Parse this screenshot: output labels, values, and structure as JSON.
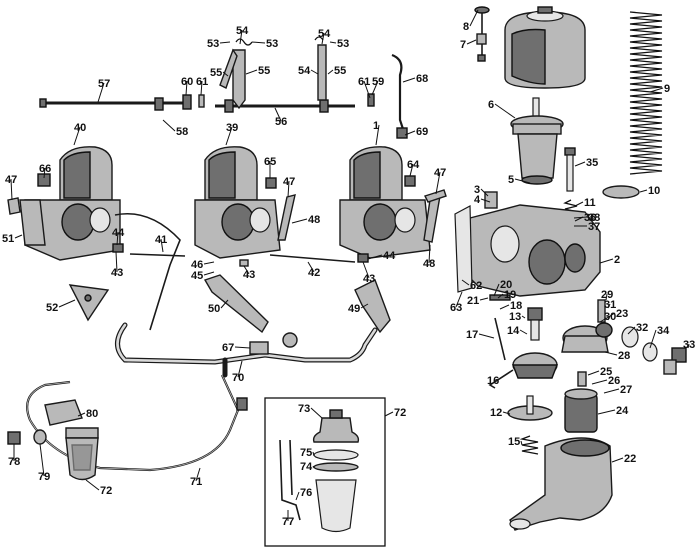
{
  "diagram": {
    "labels": [
      {
        "id": "c8",
        "text": "8"
      },
      {
        "id": "c7",
        "text": "7"
      },
      {
        "id": "c6",
        "text": "6"
      },
      {
        "id": "c9",
        "text": "9"
      },
      {
        "id": "c5",
        "text": "5"
      },
      {
        "id": "c35",
        "text": "35"
      },
      {
        "id": "c3",
        "text": "3"
      },
      {
        "id": "c4",
        "text": "4"
      },
      {
        "id": "c11",
        "text": "11"
      },
      {
        "id": "c36",
        "text": "36"
      },
      {
        "id": "c10",
        "text": "10"
      },
      {
        "id": "c38",
        "text": "38"
      },
      {
        "id": "c37",
        "text": "37"
      },
      {
        "id": "c2",
        "text": "2"
      },
      {
        "id": "c29",
        "text": "29"
      },
      {
        "id": "c62",
        "text": "62"
      },
      {
        "id": "c20",
        "text": "20"
      },
      {
        "id": "c19",
        "text": "19"
      },
      {
        "id": "c21",
        "text": "21"
      },
      {
        "id": "c18",
        "text": "18"
      },
      {
        "id": "c63",
        "text": "63"
      },
      {
        "id": "c31",
        "text": "31"
      },
      {
        "id": "c30",
        "text": "30"
      },
      {
        "id": "c23",
        "text": "23"
      },
      {
        "id": "c13",
        "text": "13"
      },
      {
        "id": "c32",
        "text": "32"
      },
      {
        "id": "c34",
        "text": "34"
      },
      {
        "id": "c14",
        "text": "14"
      },
      {
        "id": "c17",
        "text": "17"
      },
      {
        "id": "c28",
        "text": "28"
      },
      {
        "id": "c33",
        "text": "33"
      },
      {
        "id": "c25",
        "text": "25"
      },
      {
        "id": "c26",
        "text": "26"
      },
      {
        "id": "c27",
        "text": "27"
      },
      {
        "id": "c16",
        "text": "16"
      },
      {
        "id": "c12",
        "text": "12"
      },
      {
        "id": "c24",
        "text": "24"
      },
      {
        "id": "c15",
        "text": "15"
      },
      {
        "id": "c22",
        "text": "22"
      },
      {
        "id": "c53a",
        "text": "53"
      },
      {
        "id": "c54a",
        "text": "54"
      },
      {
        "id": "c53b",
        "text": "53"
      },
      {
        "id": "c54b",
        "text": "54"
      },
      {
        "id": "c53c",
        "text": "53"
      },
      {
        "id": "c55a",
        "text": "55"
      },
      {
        "id": "c55b",
        "text": "55"
      },
      {
        "id": "c54c",
        "text": "54"
      },
      {
        "id": "c55c",
        "text": "55"
      },
      {
        "id": "c57",
        "text": "57"
      },
      {
        "id": "c60",
        "text": "60"
      },
      {
        "id": "c61a",
        "text": "61"
      },
      {
        "id": "c61b",
        "text": "61"
      },
      {
        "id": "c59",
        "text": "59"
      },
      {
        "id": "c68",
        "text": "68"
      },
      {
        "id": "c58",
        "text": "58"
      },
      {
        "id": "c56",
        "text": "56"
      },
      {
        "id": "c69",
        "text": "69"
      },
      {
        "id": "c40",
        "text": "40"
      },
      {
        "id": "c39",
        "text": "39"
      },
      {
        "id": "c1",
        "text": "1"
      },
      {
        "id": "c65",
        "text": "65"
      },
      {
        "id": "c64",
        "text": "64"
      },
      {
        "id": "c66",
        "text": "66"
      },
      {
        "id": "c47a",
        "text": "47"
      },
      {
        "id": "c47b",
        "text": "47"
      },
      {
        "id": "c47c",
        "text": "47"
      },
      {
        "id": "c48a",
        "text": "48"
      },
      {
        "id": "c48b",
        "text": "48"
      },
      {
        "id": "c51",
        "text": "51"
      },
      {
        "id": "c44a",
        "text": "44"
      },
      {
        "id": "c41",
        "text": "41"
      },
      {
        "id": "c44b",
        "text": "44"
      },
      {
        "id": "c43a",
        "text": "43"
      },
      {
        "id": "c46",
        "text": "46"
      },
      {
        "id": "c45",
        "text": "45"
      },
      {
        "id": "c43b",
        "text": "43"
      },
      {
        "id": "c42",
        "text": "42"
      },
      {
        "id": "c43c",
        "text": "43"
      },
      {
        "id": "c52",
        "text": "52"
      },
      {
        "id": "c50",
        "text": "50"
      },
      {
        "id": "c49",
        "text": "49"
      },
      {
        "id": "c67",
        "text": "67"
      },
      {
        "id": "c70",
        "text": "70"
      },
      {
        "id": "c80",
        "text": "80"
      },
      {
        "id": "c73",
        "text": "73"
      },
      {
        "id": "c72a",
        "text": "72"
      },
      {
        "id": "c75",
        "text": "75"
      },
      {
        "id": "c74",
        "text": "74"
      },
      {
        "id": "c78",
        "text": "78"
      },
      {
        "id": "c79",
        "text": "79"
      },
      {
        "id": "c71",
        "text": "71"
      },
      {
        "id": "c76",
        "text": "76"
      },
      {
        "id": "c72b",
        "text": "72"
      },
      {
        "id": "c77",
        "text": "77"
      }
    ]
  }
}
